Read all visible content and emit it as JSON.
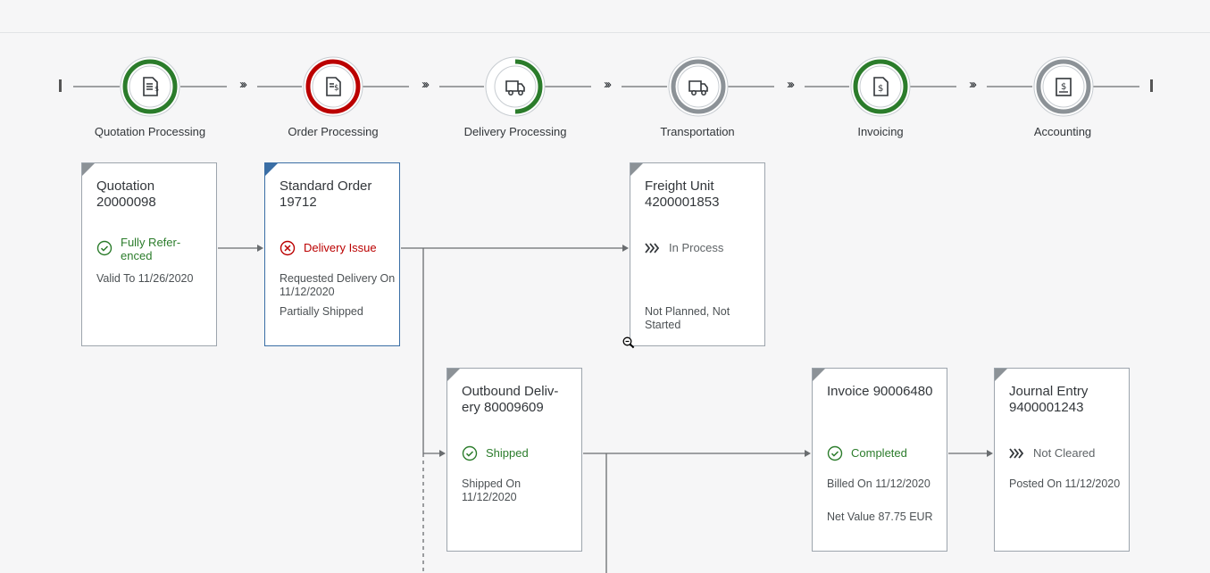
{
  "colors": {
    "green": "#2b7c2b",
    "red": "#bb0000",
    "grey": "#8c9297",
    "selected": "#3a6ea5",
    "line": "#6a6d70"
  },
  "lanes": [
    {
      "label": "Quotation Processing",
      "icon": "document-dollar-icon",
      "state": "green-full"
    },
    {
      "label": "Order Processing",
      "icon": "document-dollar-icon",
      "state": "red-full"
    },
    {
      "label": "Delivery Processing",
      "icon": "truck-icon",
      "state": "green-partial"
    },
    {
      "label": "Transportation",
      "icon": "truck-icon",
      "state": "grey-full"
    },
    {
      "label": "Invoicing",
      "icon": "document-dollar-icon",
      "state": "green-full"
    },
    {
      "label": "Accounting",
      "icon": "ledger-icon",
      "state": "grey-full"
    }
  ],
  "nodes": {
    "quotation": {
      "title": "Quotation 20000098",
      "status": "Fully Refer-enced",
      "status_icon": "check-circle-icon",
      "detail1": "Valid To 11/26/2020"
    },
    "order": {
      "title": "Standard Order 19712",
      "status": "Delivery Issue",
      "status_icon": "error-circle-icon",
      "detail1": "Requested Delivery On 11/12/2020",
      "detail2": "Partially Shipped"
    },
    "freight": {
      "title": "Freight Unit 4200001853",
      "status": "In Process",
      "status_icon": "chevrons-icon",
      "detail1": "Not Planned, Not Started"
    },
    "delivery": {
      "title": "Outbound Deliv-ery 80009609",
      "status": "Shipped",
      "status_icon": "check-circle-icon",
      "detail1": "Shipped On 11/12/2020"
    },
    "invoice": {
      "title": "Invoice 90006480",
      "status": "Completed",
      "status_icon": "check-circle-icon",
      "detail1": "Billed On 11/12/2020",
      "detail2": "Net Value 87.75 EUR"
    },
    "journal": {
      "title": "Journal Entry 9400001243",
      "status": "Not Cleared",
      "status_icon": "chevrons-icon",
      "detail1": "Posted On 11/12/2020"
    }
  },
  "chevron_glyph": "›››"
}
